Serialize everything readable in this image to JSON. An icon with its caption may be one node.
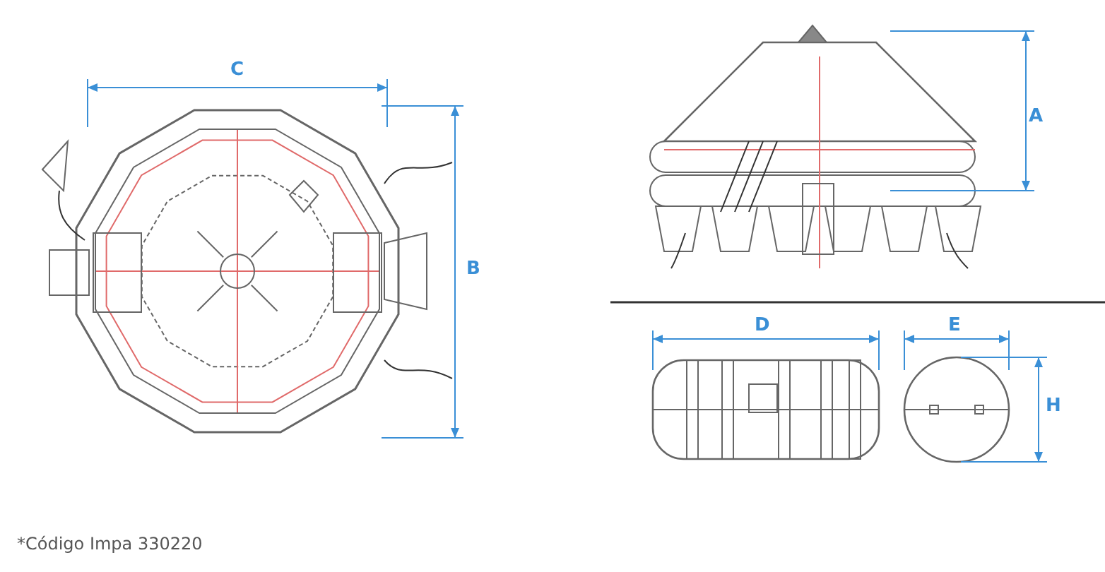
{
  "diagram": {
    "labels": [
      "C",
      "A",
      "B",
      "D",
      "E",
      "H",
      "*Código Impa 330220"
    ]
  }
}
